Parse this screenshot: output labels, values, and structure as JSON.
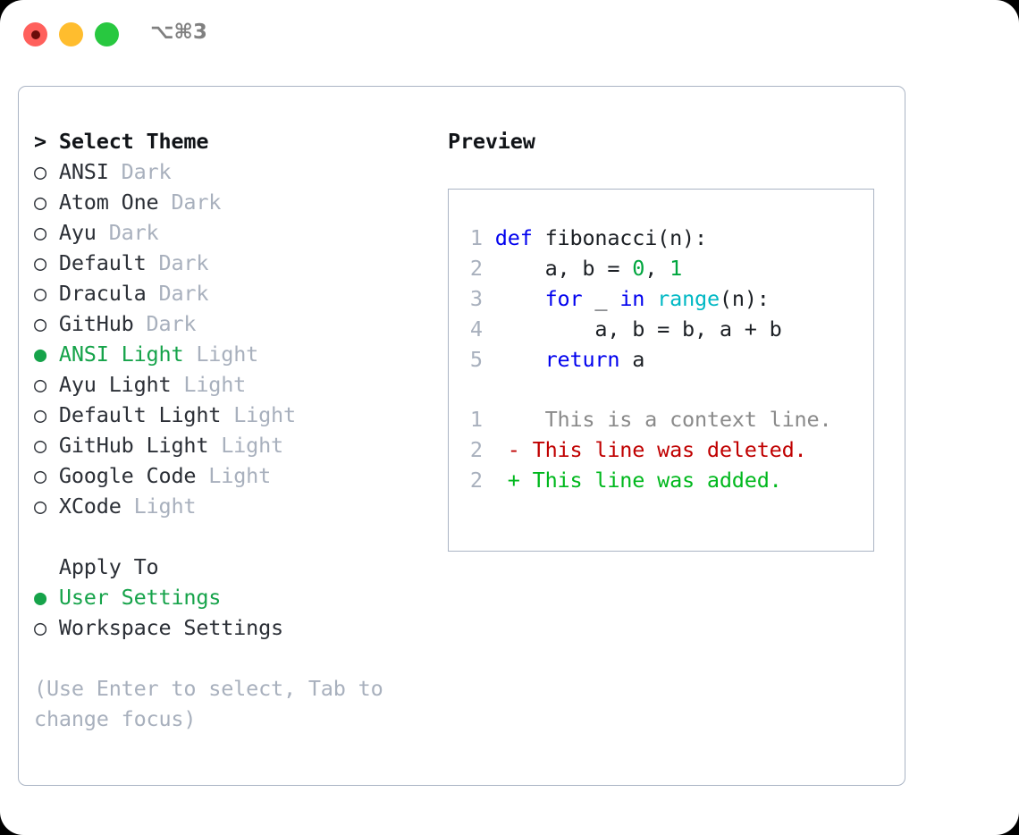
{
  "window": {
    "title": "⌥⌘3",
    "traffic_lights": [
      {
        "name": "close",
        "color": "#ff605c",
        "active": true
      },
      {
        "name": "minimize",
        "color": "#ffbd2e",
        "active": false
      },
      {
        "name": "maximize",
        "color": "#28c840",
        "active": false
      }
    ]
  },
  "theme_picker": {
    "header": "> Select Theme",
    "bullet_unselected": "○",
    "bullet_selected": "●",
    "items": [
      {
        "bullet": "○",
        "name": "ANSI",
        "kind": "Dark",
        "selected": false
      },
      {
        "bullet": "○",
        "name": "Atom One",
        "kind": "Dark",
        "selected": false
      },
      {
        "bullet": "○",
        "name": "Ayu",
        "kind": "Dark",
        "selected": false
      },
      {
        "bullet": "○",
        "name": "Default",
        "kind": "Dark",
        "selected": false
      },
      {
        "bullet": "○",
        "name": "Dracula",
        "kind": "Dark",
        "selected": false
      },
      {
        "bullet": "○",
        "name": "GitHub",
        "kind": "Dark",
        "selected": false
      },
      {
        "bullet": "●",
        "name": "ANSI Light",
        "kind": "Light",
        "selected": true
      },
      {
        "bullet": "○",
        "name": "Ayu Light",
        "kind": "Light",
        "selected": false
      },
      {
        "bullet": "○",
        "name": "Default Light",
        "kind": "Light",
        "selected": false
      },
      {
        "bullet": "○",
        "name": "GitHub Light",
        "kind": "Light",
        "selected": false
      },
      {
        "bullet": "○",
        "name": "Google Code",
        "kind": "Light",
        "selected": false
      },
      {
        "bullet": "○",
        "name": "XCode",
        "kind": "Light",
        "selected": false
      }
    ]
  },
  "apply_to": {
    "header": "  Apply To",
    "options": [
      {
        "bullet": "●",
        "label": "User Settings",
        "selected": true
      },
      {
        "bullet": "○",
        "label": "Workspace Settings",
        "selected": false
      }
    ]
  },
  "hint": "(Use Enter to select, Tab to change focus)",
  "preview": {
    "title": "Preview",
    "code_lines": [
      {
        "no": "1",
        "tokens": [
          {
            "t": "def",
            "c": "kw"
          },
          {
            "t": " fibonacci(n):",
            "c": "txt"
          }
        ]
      },
      {
        "no": "2",
        "tokens": [
          {
            "t": "    a, b = ",
            "c": "txt"
          },
          {
            "t": "0",
            "c": "num"
          },
          {
            "t": ", ",
            "c": "txt"
          },
          {
            "t": "1",
            "c": "num"
          }
        ]
      },
      {
        "no": "3",
        "tokens": [
          {
            "t": "    ",
            "c": "txt"
          },
          {
            "t": "for",
            "c": "kw"
          },
          {
            "t": " _ ",
            "c": "txt"
          },
          {
            "t": "in",
            "c": "kw"
          },
          {
            "t": " ",
            "c": "txt"
          },
          {
            "t": "range",
            "c": "fn"
          },
          {
            "t": "(n):",
            "c": "txt"
          }
        ]
      },
      {
        "no": "4",
        "tokens": [
          {
            "t": "        a, b = b, a + b",
            "c": "txt"
          }
        ]
      },
      {
        "no": "5",
        "tokens": [
          {
            "t": "    ",
            "c": "txt"
          },
          {
            "t": "return",
            "c": "kw"
          },
          {
            "t": " a",
            "c": "txt"
          }
        ]
      }
    ],
    "diff_lines": [
      {
        "no": "1",
        "marker": " ",
        "text": "  This is a context line.",
        "kind": "ctx"
      },
      {
        "no": "2",
        "marker": "-",
        "text": " This line was deleted.",
        "kind": "del"
      },
      {
        "no": "2",
        "marker": "+",
        "text": " This line was added.",
        "kind": "add"
      }
    ]
  },
  "colors": {
    "accent_green": "#16a34a",
    "muted": "#a8b0bd",
    "border": "#aab4c4",
    "keyword": "#0000ee",
    "function": "#00b8c4",
    "number": "#00a63e",
    "diff_delete": "#c00000",
    "diff_add": "#00b81d"
  }
}
